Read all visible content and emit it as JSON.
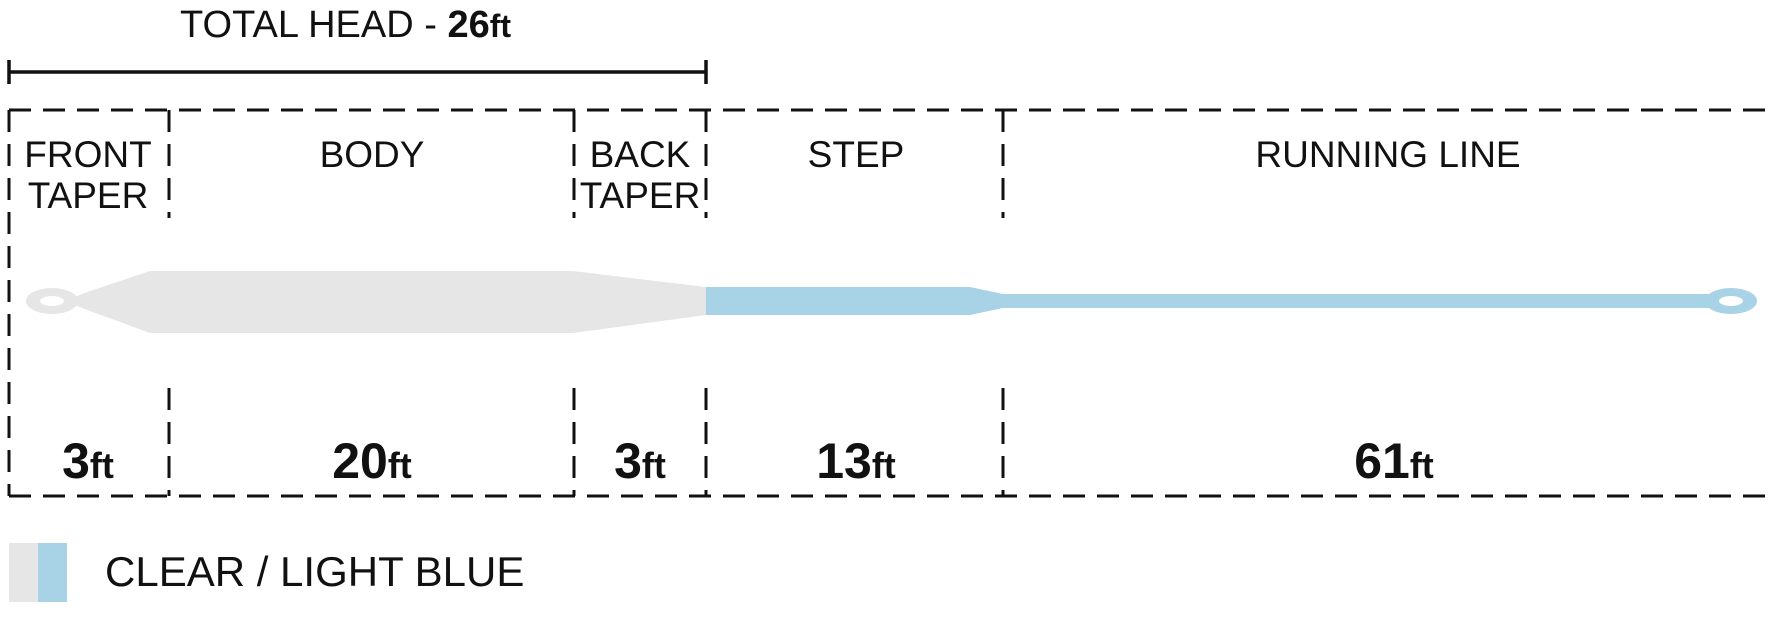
{
  "total_head": {
    "label": "TOTAL HEAD - ",
    "value": "26",
    "unit": "ft"
  },
  "sections": [
    {
      "id": "front-taper",
      "label_lines": [
        "FRONT",
        "TAPER"
      ],
      "length": "3",
      "unit": "ft"
    },
    {
      "id": "body",
      "label_lines": [
        "BODY"
      ],
      "length": "20",
      "unit": "ft"
    },
    {
      "id": "back-taper",
      "label_lines": [
        "BACK",
        "TAPER"
      ],
      "length": "3",
      "unit": "ft"
    },
    {
      "id": "step",
      "label_lines": [
        "STEP"
      ],
      "length": "13",
      "unit": "ft"
    },
    {
      "id": "running-line",
      "label_lines": [
        "RUNNING LINE"
      ],
      "length": "61",
      "unit": "ft"
    }
  ],
  "legend": {
    "label": "CLEAR / LIGHT BLUE",
    "colors": {
      "clear": "#e6e6e6",
      "light_blue": "#a8d3e6"
    }
  },
  "colors": {
    "line": "#111111",
    "head": "#e6e6e6",
    "running": "#a8d3e6"
  }
}
